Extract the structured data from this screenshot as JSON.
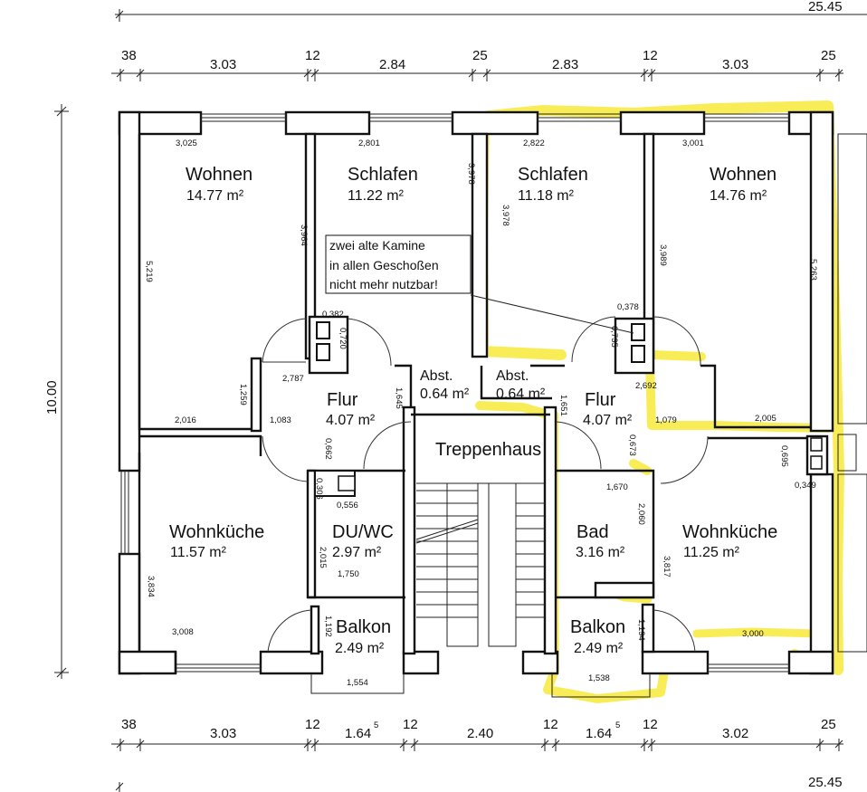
{
  "overall_dimension": "25.45",
  "height_dimension": "10.00",
  "dims_top": [
    "38",
    "3.03",
    "12",
    "2.84",
    "25",
    "2.83",
    "12",
    "3.03",
    "25"
  ],
  "dims_bottom": [
    "38",
    "3.03",
    "12",
    "1.64",
    "5",
    "12",
    "2.40",
    "12",
    "1.64",
    "5",
    "12",
    "3.02",
    "25"
  ],
  "rooms": {
    "wohnen_l": {
      "name": "Wohnen",
      "area": "14.77 m²"
    },
    "schlafen_l": {
      "name": "Schlafen",
      "area": "11.22 m²"
    },
    "schlafen_r": {
      "name": "Schlafen",
      "area": "11.18 m²"
    },
    "wohnen_r": {
      "name": "Wohnen",
      "area": "14.76 m²"
    },
    "abst_l": {
      "name": "Abst.",
      "area": "0.64 m²"
    },
    "abst_r": {
      "name": "Abst.",
      "area": "0.64 m²"
    },
    "flur_l": {
      "name": "Flur",
      "area": "4.07 m²"
    },
    "flur_r": {
      "name": "Flur",
      "area": "4.07 m²"
    },
    "treppenhaus": {
      "name": "Treppenhaus"
    },
    "wohnkueche_l": {
      "name": "Wohnküche",
      "area": "11.57 m²"
    },
    "duwc": {
      "name": "DU/WC",
      "area": "2.97 m²"
    },
    "bad": {
      "name": "Bad",
      "area": "3.16 m²"
    },
    "wohnkueche_r": {
      "name": "Wohnküche",
      "area": "11.25 m²"
    },
    "balkon_l": {
      "name": "Balkon",
      "area": "2.49 m²"
    },
    "balkon_r": {
      "name": "Balkon",
      "area": "2.49 m²"
    }
  },
  "note": {
    "line1": "zwei alte Kamine",
    "line2": "in allen Geschoßen",
    "line3": "nicht mehr nutzbar!"
  },
  "small_dims": {
    "d3025": "3,025",
    "d2801": "2,801",
    "d2822": "2,822",
    "d3001": "3,001",
    "d3978a": "3,978",
    "d3978b": "3,978",
    "d3964": "3,964",
    "d3989": "3,989",
    "d5219": "5,219",
    "d5263": "5,263",
    "d0382": "0,382",
    "d0720": "0,720",
    "d0378": "0,378",
    "d0735": "0,735",
    "d2787": "2,787",
    "d2692": "2,692",
    "d1259": "1,259",
    "d2016": "2,016",
    "d2005": "2,005",
    "d1083": "1,083",
    "d1079": "1,079",
    "d1645": "1,645",
    "d1651": "1,651",
    "d0662": "0,662",
    "d0673": "0,673",
    "d0306": "0,306",
    "d0556": "0,556",
    "d1670": "1,670",
    "d2060": "2,060",
    "d0695": "0,695",
    "d0349": "0,349",
    "d2015": "2,015",
    "d1750": "1,750",
    "d3834": "3,834",
    "d3008": "3,008",
    "d3817": "3,817",
    "d3000": "3,000",
    "d1192": "1,192",
    "d1194": "1,194",
    "d1554": "1,554",
    "d1538": "1,538"
  }
}
